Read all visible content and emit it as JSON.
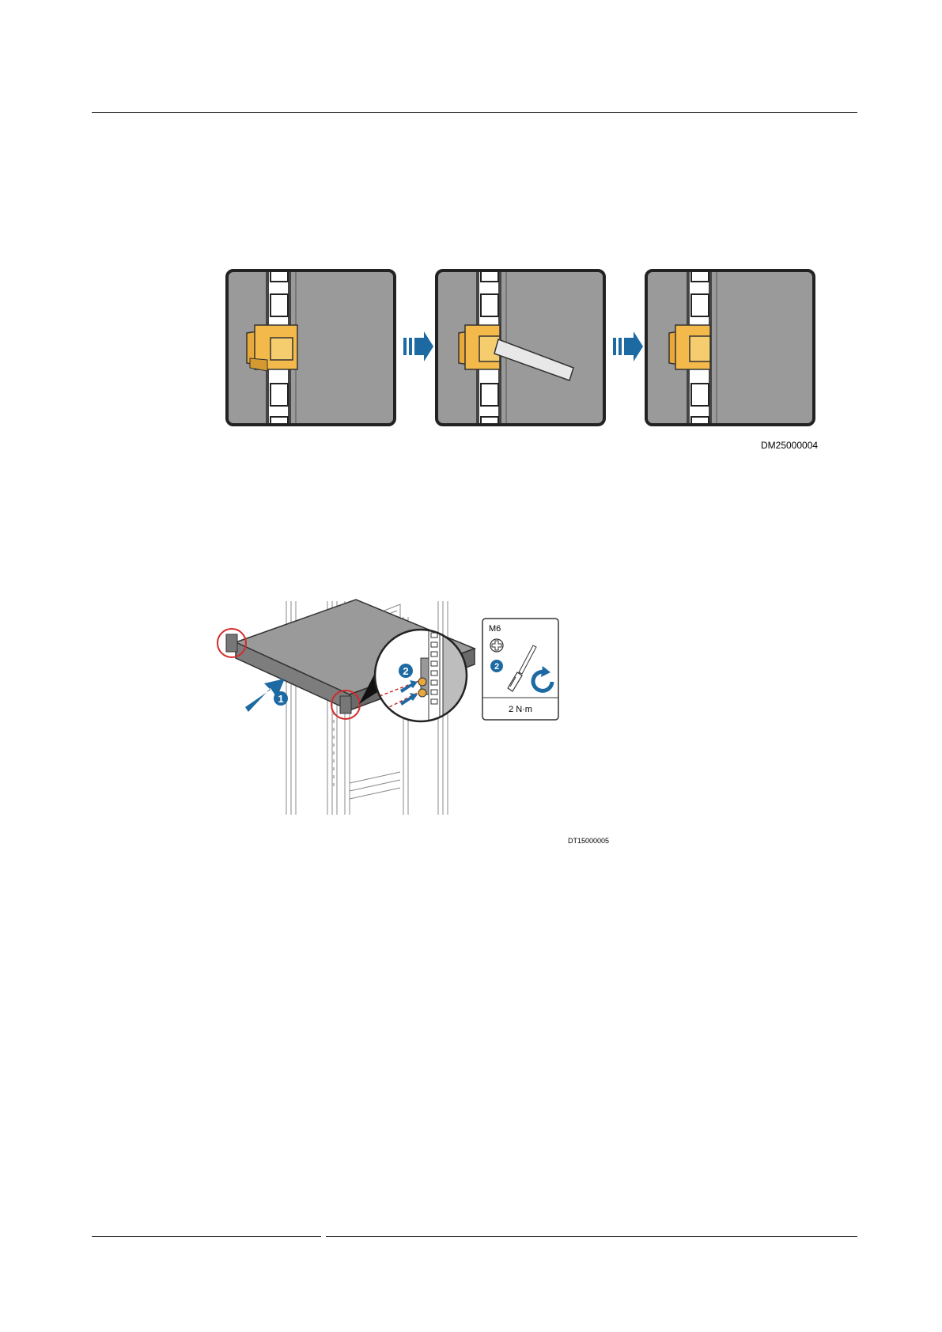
{
  "figure1": {
    "id": "DM25000004"
  },
  "figure2": {
    "id": "DT15000005",
    "step1": "1",
    "step2": "2",
    "callout_step": "2",
    "screw_type": "M6",
    "torque": "2 N·m",
    "icons": [
      "phillips-screw-icon",
      "screwdriver-icon",
      "clockwise-rotate-icon",
      "push-arrow-icon"
    ]
  },
  "colors": {
    "rack_gray": "#9a9a9a",
    "cage_nut": "#f3b94a",
    "step_blue": "#1d6aa3",
    "highlight_red": "#d42a2a"
  }
}
